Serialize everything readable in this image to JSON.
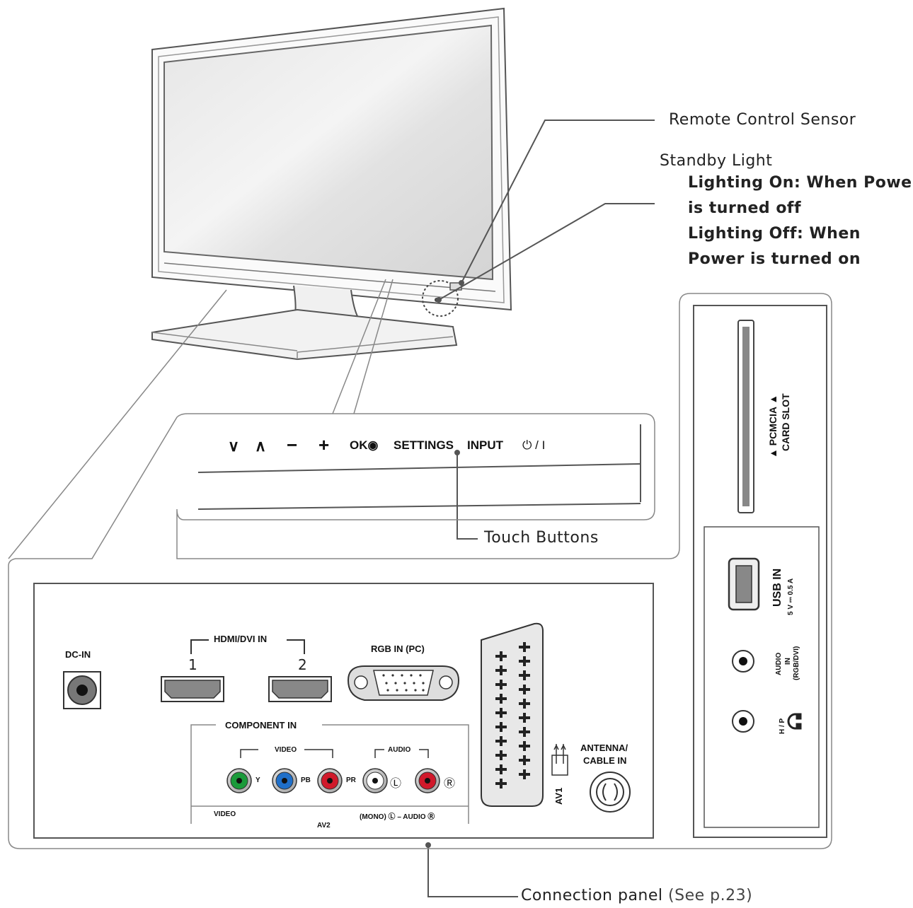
{
  "callouts": {
    "remote_sensor": "Remote Control Sensor",
    "standby_title": "Standby Light",
    "standby_items": [
      "Lighting On: When Power",
      "is turned off",
      "Lighting Off: When",
      "Power is turned on"
    ],
    "touch_buttons": "Touch Buttons",
    "connection_panel": "Connection panel",
    "connection_panel_ref": "(See p.23)"
  },
  "touch_panel": {
    "buttons": [
      "∨",
      "∧",
      "−",
      "+",
      "OK◉",
      "SETTINGS",
      "INPUT",
      "⏻ / I"
    ]
  },
  "side_panel": {
    "pcmcia_line1": "▲ PCMCIA ▲",
    "pcmcia_line2": "CARD SLOT",
    "usb_label": "USB IN",
    "usb_spec": "5 V ⎓ 0.5 A",
    "audio_in_line1": "AUDIO",
    "audio_in_line2": "IN",
    "audio_in_line3": "(RGB/DVI)",
    "hp_label": "H / P"
  },
  "rear_panel": {
    "dc_in": "DC-IN",
    "hdmi_title": "HDMI/DVI IN",
    "hdmi_1": "1",
    "hdmi_2": "2",
    "rgb_in": "RGB IN (PC)",
    "component_in": "COMPONENT IN",
    "video_group": "VIDEO",
    "audio_group": "AUDIO",
    "jack_y": "Y",
    "jack_pb": "PB",
    "jack_pr": "PR",
    "jack_l": "Ⓛ",
    "jack_r": "Ⓡ",
    "bottom_video": "VIDEO",
    "bottom_audio": "(MONO) Ⓛ – AUDIO Ⓡ",
    "av2": "AV2",
    "av1": "AV1",
    "antenna_line1": "ANTENNA/",
    "antenna_line2": "CABLE IN"
  },
  "colors": {
    "jack_y": "#1a9a3a",
    "jack_pb": "#1f6fc9",
    "jack_pr": "#d0192b",
    "jack_l": "#ffffff",
    "jack_r": "#d0192b",
    "metal": "#8a8a8a",
    "line": "#555555"
  }
}
